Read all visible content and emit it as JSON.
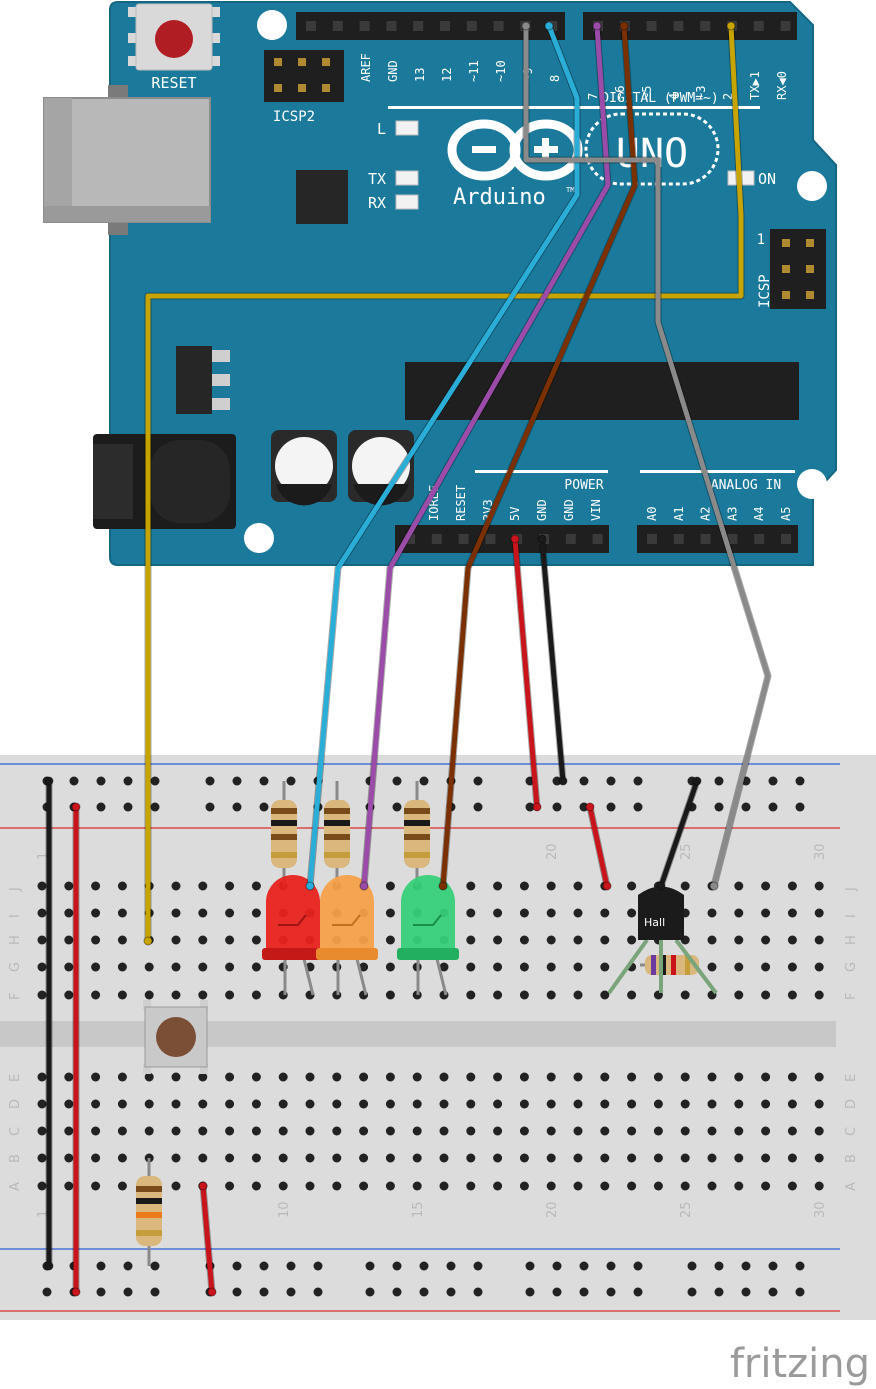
{
  "arduino": {
    "reset_label": "RESET",
    "icsp2_label": "ICSP2",
    "icsp_label": "ICSP",
    "icsp_pin1": "1",
    "led_l": "L",
    "led_tx": "TX",
    "led_rx": "RX",
    "led_on": "ON",
    "brand": "Arduino",
    "tm": "TM",
    "model": "UNO",
    "digital_label": "DIGITAL (PWM=~)",
    "power_label": "POWER",
    "analog_label": "ANALOG IN",
    "top_pins": [
      "AREF",
      "GND",
      "13",
      "12",
      "~11",
      "~10",
      "~9",
      "8",
      "7",
      "~6",
      "~5",
      "4",
      "~3",
      "2",
      "TX▶1",
      "RX◀0"
    ],
    "power_pins": [
      "IOREF",
      "RESET",
      "3V3",
      "5V",
      "GND",
      "GND",
      "VIN"
    ],
    "analog_pins": [
      "A0",
      "A1",
      "A2",
      "A3",
      "A4",
      "A5"
    ]
  },
  "breadboard": {
    "col_numbers": [
      "1",
      "10",
      "15",
      "20",
      "25",
      "30"
    ],
    "rows_top": [
      "J",
      "I",
      "H",
      "G",
      "F"
    ],
    "rows_bottom": [
      "E",
      "D",
      "C",
      "B",
      "A"
    ]
  },
  "components": {
    "hall_label": "Hall"
  },
  "colors": {
    "board": "#1b7a9c",
    "wire_yellow": "#c8a400",
    "wire_cyan": "#2aaed8",
    "wire_purple": "#9b4ba8",
    "wire_brown": "#7a3000",
    "wire_gray": "#8a8a8a",
    "wire_red": "#c8141a",
    "wire_black": "#1a1a1a"
  },
  "branding": {
    "watermark": "fritzing"
  }
}
